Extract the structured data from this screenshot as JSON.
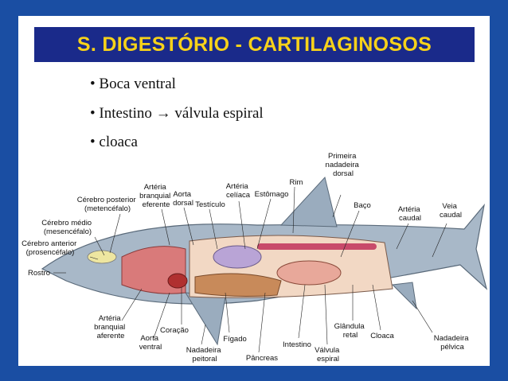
{
  "slide": {
    "title": "S. DIGESTÓRIO - CARTILAGINOSOS",
    "bullets": [
      "• Boca ventral",
      "• Intestino  → válvula espiral",
      "• cloaca"
    ],
    "colors": {
      "background": "#1a4ea3",
      "title_bar": "#1a2a8a",
      "title_text": "#f7d21a"
    }
  },
  "diagram_labels": {
    "primeira_nadadeira_dorsal": [
      "Primeira",
      "nadadeira",
      "dorsal"
    ],
    "rim": "Rim",
    "arteria_celiaca": [
      "Artéria",
      "celíaca"
    ],
    "estomago": "Estômago",
    "aorta_dorsal": [
      "Aorta",
      "dorsal"
    ],
    "testiculo": "Testículo",
    "arteria_branquial_eferente": [
      "Artéria",
      "branquial",
      "eferente"
    ],
    "cerebro_posterior": [
      "Cérebro posterior",
      "(metencéfalo)"
    ],
    "cerebro_medio": [
      "Cérebro médio",
      "(mesencéfalo)"
    ],
    "cerebro_anterior": [
      "Cérebro anterior",
      "(prosencéfalo)"
    ],
    "rostro": "Rostro",
    "baco": "Baço",
    "arteria_caudal": [
      "Artéria",
      "caudal"
    ],
    "veia_caudal": [
      "Veia",
      "caudal"
    ],
    "arteria_branquial_aferente": [
      "Artéria",
      "branquial",
      "aferente"
    ],
    "aorta_ventral": [
      "Aorta",
      "ventral"
    ],
    "coracao": "Coração",
    "figado": "Fígado",
    "nadadeira_peitoral": [
      "Nadadeira",
      "peitoral"
    ],
    "pancreas": "Pâncreas",
    "intestino": "Intestino",
    "valvula_espiral": [
      "Válvula",
      "espiral"
    ],
    "glandula_retal": [
      "Glândula",
      "retal"
    ],
    "cloaca": "Cloaca",
    "nadadeira_pelvica": [
      "Nadadeira",
      "pélvica"
    ]
  }
}
